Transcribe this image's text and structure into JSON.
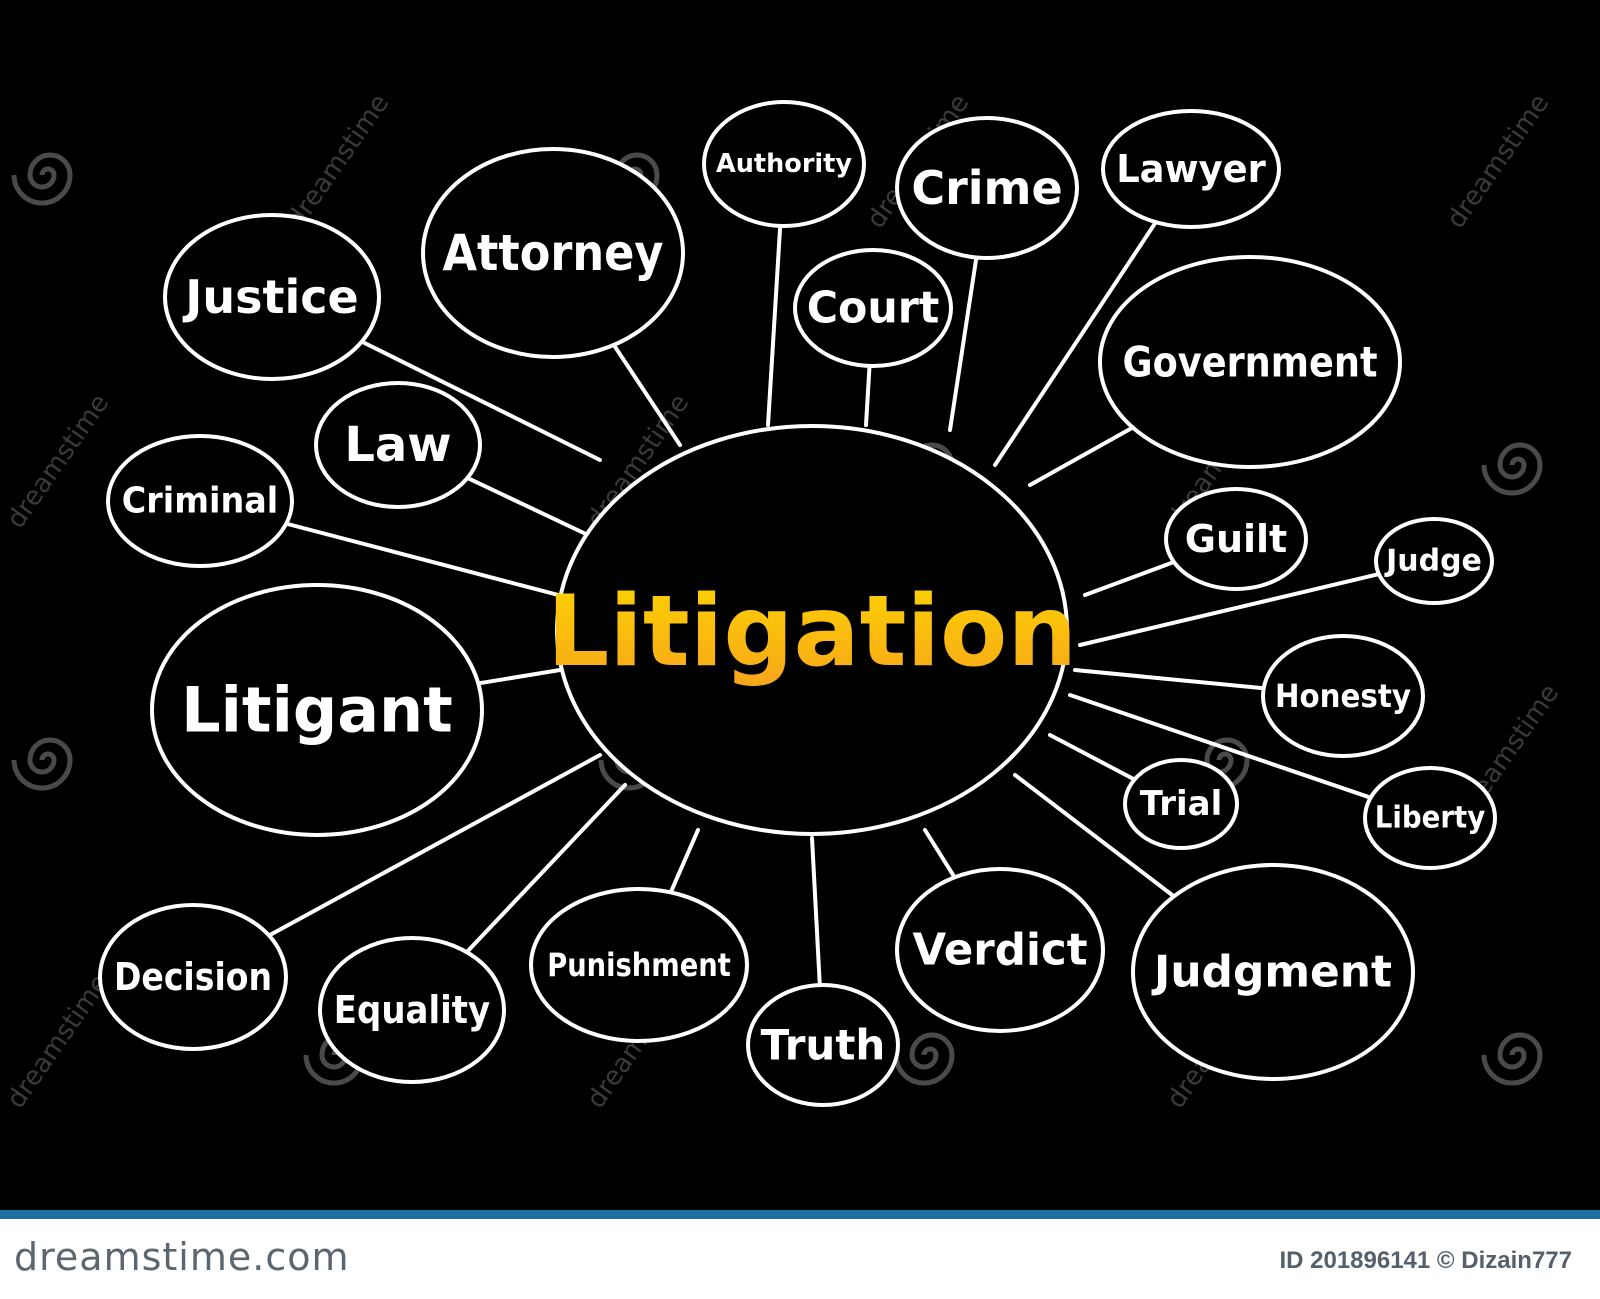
{
  "center": {
    "label": "Litigation",
    "gradient": [
      "#f7a51b",
      "#fdd400"
    ]
  },
  "nodes": [
    {
      "id": "justice",
      "label": "Justice"
    },
    {
      "id": "attorney",
      "label": "Attorney"
    },
    {
      "id": "authority",
      "label": "Authority"
    },
    {
      "id": "crime",
      "label": "Crime"
    },
    {
      "id": "lawyer",
      "label": "Lawyer"
    },
    {
      "id": "court",
      "label": "Court"
    },
    {
      "id": "government",
      "label": "Government"
    },
    {
      "id": "law",
      "label": "Law"
    },
    {
      "id": "criminal",
      "label": "Criminal"
    },
    {
      "id": "guilt",
      "label": "Guilt"
    },
    {
      "id": "judge",
      "label": "Judge"
    },
    {
      "id": "litigant",
      "label": "Litigant"
    },
    {
      "id": "honesty",
      "label": "Honesty"
    },
    {
      "id": "trial",
      "label": "Trial"
    },
    {
      "id": "liberty",
      "label": "Liberty"
    },
    {
      "id": "decision",
      "label": "Decision"
    },
    {
      "id": "equality",
      "label": "Equality"
    },
    {
      "id": "punishment",
      "label": "Punishment"
    },
    {
      "id": "truth",
      "label": "Truth"
    },
    {
      "id": "verdict",
      "label": "Verdict"
    },
    {
      "id": "judgment",
      "label": "Judgment"
    }
  ],
  "watermark": {
    "text": "dreamstime"
  },
  "footer": {
    "brand": "dreamstime.com",
    "image_id": "ID 201896141 © Dizain777",
    "bar_color": "#1c6fa3"
  }
}
